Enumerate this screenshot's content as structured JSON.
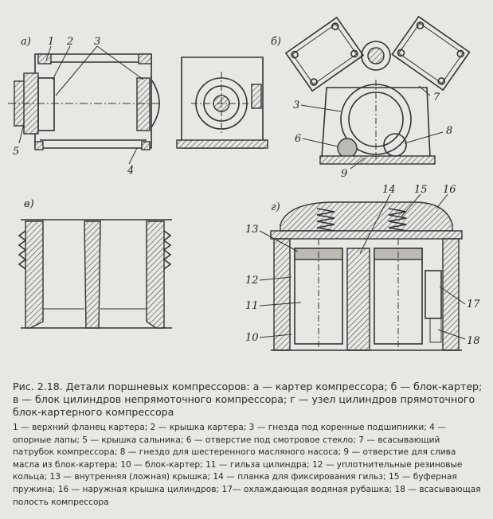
{
  "figure": {
    "panel_labels": {
      "a": "а)",
      "b": "б)",
      "v": "в)",
      "g": "г)"
    },
    "callouts": {
      "a": [
        "1",
        "2",
        "3",
        "5",
        "4"
      ],
      "b": [
        "3",
        "6",
        "7",
        "8",
        "9"
      ],
      "g": [
        "14",
        "15",
        "16",
        "13",
        "12",
        "11",
        "10",
        "17",
        "18"
      ]
    }
  },
  "caption": {
    "title": "Рис. 2.18. Детали поршневых компрессоров: а — картер компрессора; б — блок-картер; в — блок цилиндров непрямоточного компрессора; г — узел цилиндров прямоточного блок-картерного компрессора"
  },
  "legend": {
    "text": "1 — верхний фланец картера; 2 — крышка картера; 3 — гнезда под коренные подшипники; 4 — опорные лапы; 5 — крышка сальника; 6 — отверстие под смотровое стекло; 7 — всасывающий патрубок компрессора; 8 — гнездо для шестеренного масляного насоса; 9 — отверстие для слива масла из блок-картера; 10 — блок-картер; 11 — гильза цилиндра; 12 — уплотнительные резиновые кольца; 13 — внутренняя (ложная) крышка; 14 — планка для фиксирования гильз; 15 — буферная пружина; 16 — наружная крышка цилиндров; 17— охлаждающая водяная рубашка; 18 — всасывающая полость компрессора"
  }
}
